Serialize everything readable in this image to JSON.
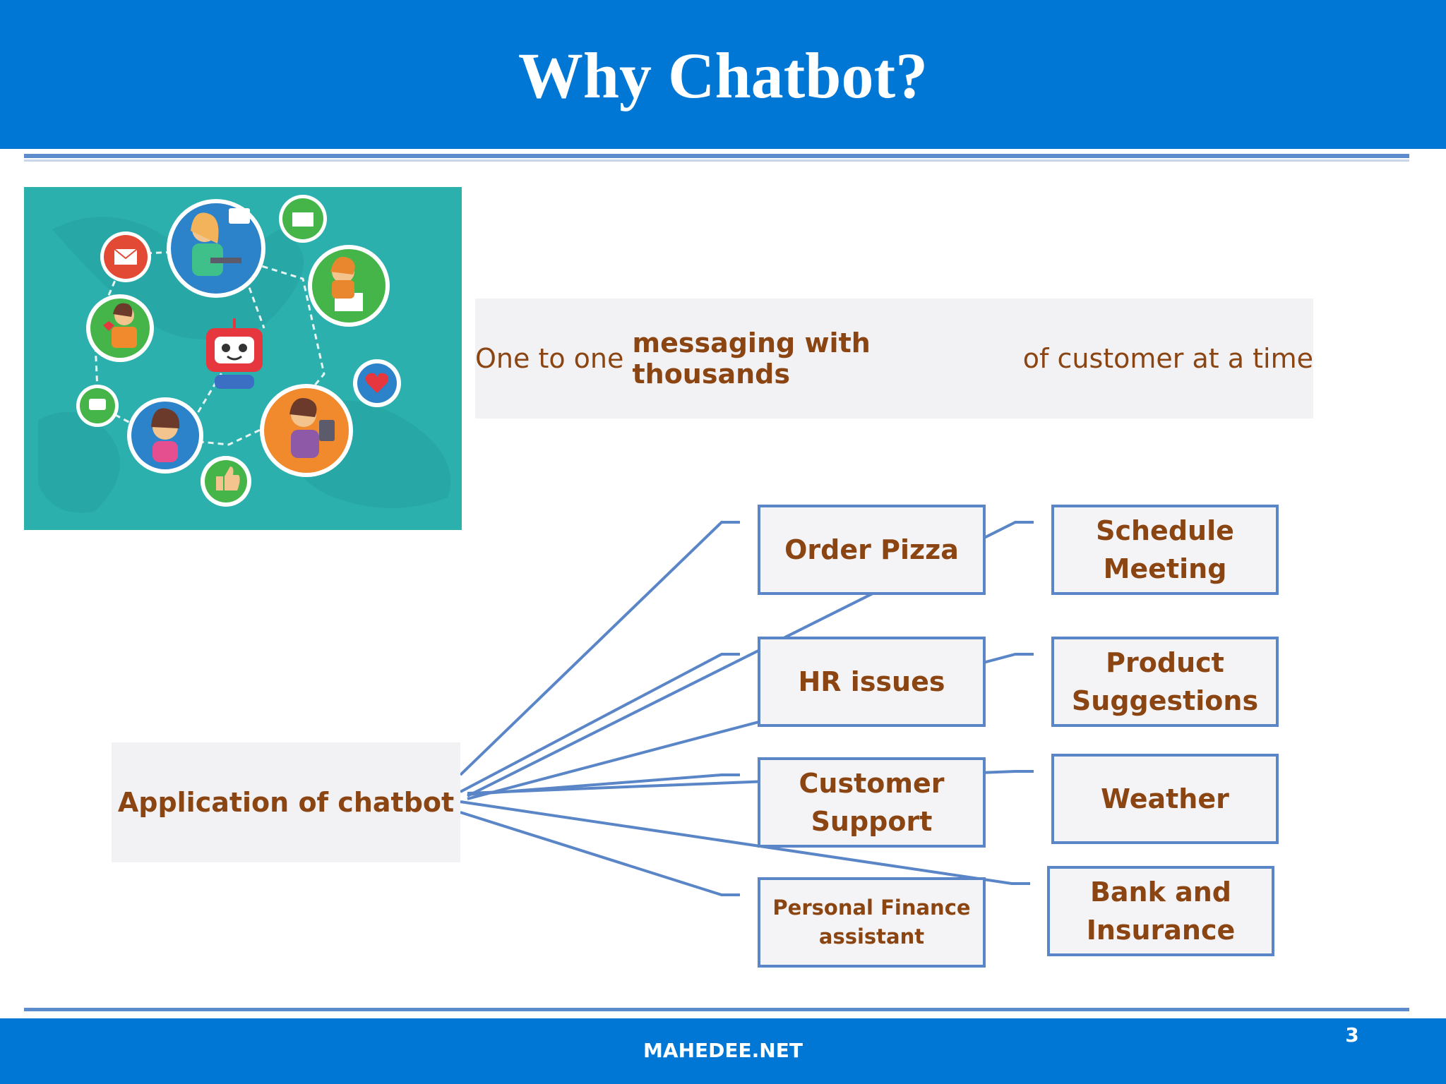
{
  "slide": {
    "title": "Why Chatbot?",
    "page_number": "3",
    "footer": "MAHEDEE.NET"
  },
  "message": {
    "prefix": "One to one ",
    "emphasis": "messaging with thousands",
    "suffix": " of customer at a time"
  },
  "application_label": "Application of chatbot",
  "categories": {
    "order_pizza": "Order Pizza",
    "hr_issues": "HR issues",
    "customer_support": "Customer\nSupport",
    "personal_finance": "Personal Finance\nassistant",
    "schedule_meeting": "Schedule\nMeeting",
    "product_suggestions": "Product\nSuggestions",
    "weather": "Weather",
    "bank_insurance": "Bank and\nInsurance"
  },
  "colors": {
    "header_blue": "#0077d4",
    "text_brown": "#8b4513",
    "connector_blue": "#5a86c8"
  }
}
